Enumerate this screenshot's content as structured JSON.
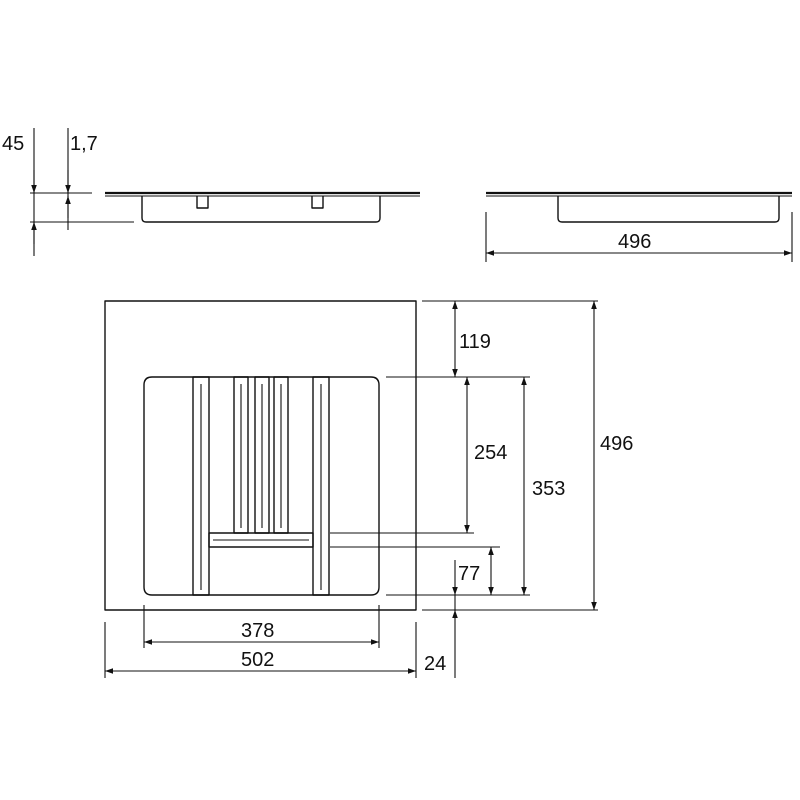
{
  "dimensions": {
    "height_total": "45",
    "wall_thickness": "1,7",
    "depth_side": "496",
    "front_offset": "119",
    "compartment_length": "254",
    "inner_depth": "353",
    "end_gap": "77",
    "depth_total": "496",
    "inner_width": "378",
    "width_total": "502",
    "rear_offset": "24"
  },
  "colors": {
    "line": "#111111",
    "background": "#ffffff"
  }
}
